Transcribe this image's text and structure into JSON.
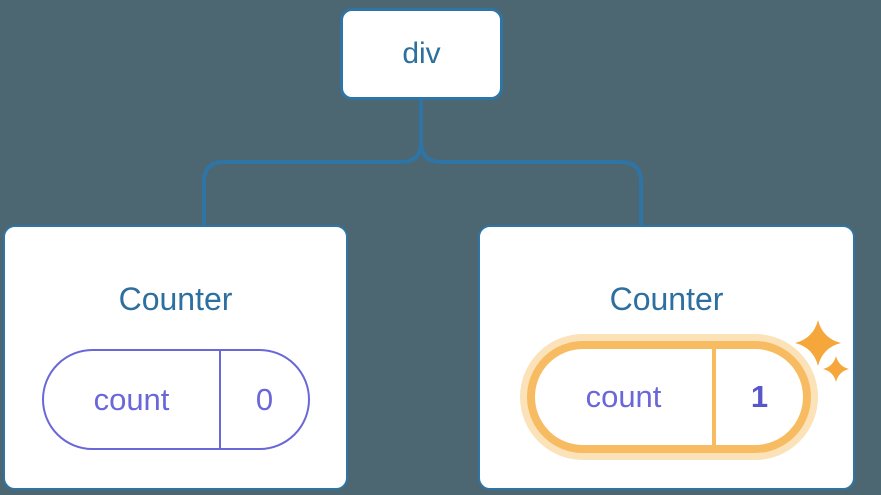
{
  "diagram": {
    "root": {
      "label": "div"
    },
    "children": [
      {
        "title": "Counter",
        "state": {
          "key": "count",
          "value": "0"
        },
        "highlighted": false
      },
      {
        "title": "Counter",
        "state": {
          "key": "count",
          "value": "1"
        },
        "highlighted": true
      }
    ]
  },
  "icons": {
    "sparkles": "✦ four-point stars marking updated state"
  },
  "colors": {
    "bg": "#4D6772",
    "line": "#2E74A4",
    "node-text": "#2D6F9E",
    "card-bg": "#FFFFFF",
    "state-purple": "#6A67D9",
    "state-purple-bold": "#5956CC",
    "highlight-orange": "#F7BC62",
    "highlight-glow": "#FBE2B8",
    "sparkle": "#F5A73C"
  }
}
